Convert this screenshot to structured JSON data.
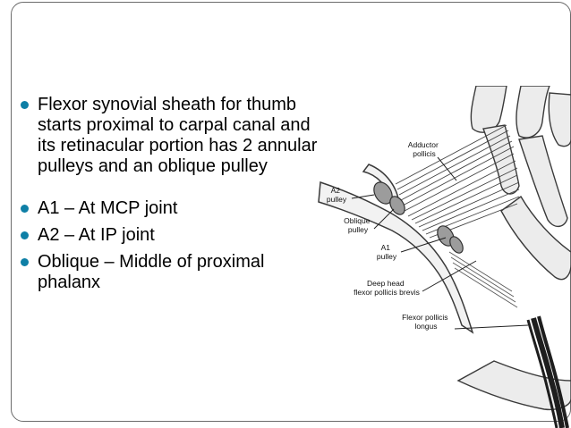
{
  "slide": {
    "bullets": [
      {
        "text": "Flexor synovial sheath for thumb starts proximal to carpal canal and its retinacular portion has 2 annular pulleys and an oblique pulley"
      },
      {
        "text": "A1 – At MCP joint"
      },
      {
        "text": "A2 – At IP joint"
      },
      {
        "text": "Oblique – Middle of proximal phalanx"
      }
    ],
    "bullet_color": "#0e7fa6"
  },
  "figure": {
    "labels": {
      "adductor_pollicis": [
        "Adductor",
        "pollicis"
      ],
      "a2_pulley": [
        "A2",
        "pulley"
      ],
      "oblique_pulley": [
        "Oblique",
        "pulley"
      ],
      "a1_pulley": [
        "A1",
        "pulley"
      ],
      "deep_head": [
        "Deep head",
        "flexor pollicis brevis"
      ],
      "fpl": [
        "Flexor pollicis",
        "longus"
      ]
    }
  }
}
